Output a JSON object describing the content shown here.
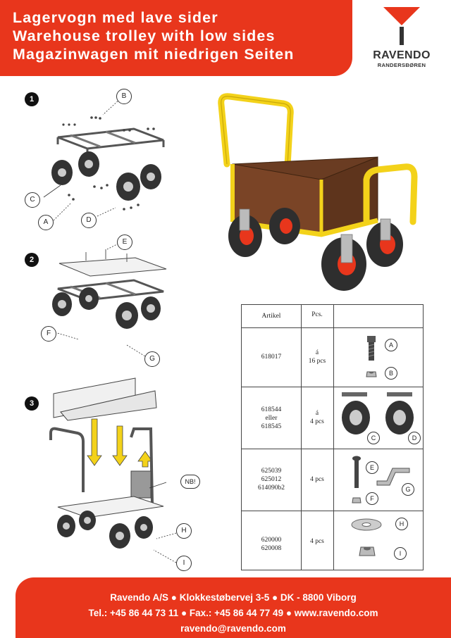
{
  "header": {
    "title_lines": [
      "Lagervogn med lave sider",
      "Warehouse trolley with low sides",
      "Magazinwagen mit niedrigen Seiten"
    ]
  },
  "logo": {
    "name": "RAVENDO",
    "subtitle": "RANDERSBØREN",
    "colors": {
      "red": "#e8361c",
      "dark": "#333333"
    }
  },
  "steps": [
    "1",
    "2",
    "3"
  ],
  "assembly_callouts": {
    "step1": [
      "B",
      "C",
      "A",
      "D"
    ],
    "step2": [
      "E",
      "F",
      "G"
    ],
    "step3": [
      "NB!",
      "H",
      "I"
    ]
  },
  "parts_table": {
    "headers": {
      "article": "Artikel",
      "pcs": "Pcs."
    },
    "rows": [
      {
        "article": [
          "618017"
        ],
        "pcs": [
          "á",
          "16 pcs"
        ],
        "callouts": [
          "A",
          "B"
        ]
      },
      {
        "article": [
          "618544",
          "eller",
          "618545"
        ],
        "pcs": [
          "á",
          "4 pcs"
        ],
        "callouts": [
          "C",
          "D"
        ]
      },
      {
        "article": [
          "625039",
          "625012",
          "614090b2"
        ],
        "pcs": [
          "4 pcs"
        ],
        "callouts": [
          "E",
          "F",
          "G"
        ]
      },
      {
        "article": [
          "620000",
          "620008"
        ],
        "pcs": [
          "4 pcs"
        ],
        "callouts": [
          "H",
          "I"
        ]
      }
    ]
  },
  "footer": {
    "line1": "Ravendo A/S ● Klokkestøbervej 3-5 ● DK - 8800 Viborg",
    "line2": "Tel.: +45 86 44 73 11 ● Fax.: +45 86 44 77 49 ● www.ravendo.com",
    "line3": "ravendo@ravendo.com",
    "accent_color": "#e8361c"
  }
}
